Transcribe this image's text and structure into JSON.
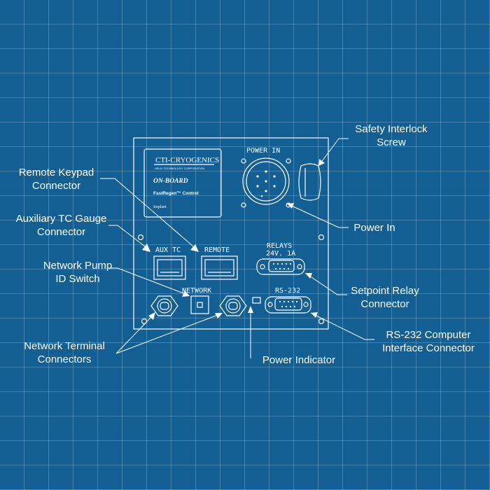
{
  "panel": {
    "logo_brand": "CTI-CRYOGENICS",
    "logo_subtitle": "HELIX TECHNOLOGY CORPORATION",
    "logo_onboard": "ON-BOARD",
    "logo_product": "FastRegen™ Control",
    "logo_implant": "Implant",
    "power_in": "POWER IN",
    "aux_tc": "AUX TC",
    "remote": "REMOTE",
    "relays": "RELAYS",
    "relays_rating": "24V. 1A",
    "network": "NETWORK",
    "rs232": "RS-232"
  },
  "callouts": {
    "safety_interlock": [
      "Safety Interlock",
      "Screw"
    ],
    "remote_keypad": [
      "Remote Keypad",
      "Connector"
    ],
    "aux_tc_gauge": [
      "Auxiliary TC Gauge",
      "Connector"
    ],
    "power_in": [
      "Power In"
    ],
    "network_pump": [
      "Network Pump",
      "ID Switch"
    ],
    "setpoint_relay": [
      "Setpoint Relay",
      "Connector"
    ],
    "rs232_computer": [
      "RS-232 Computer",
      "Interface Connector"
    ],
    "network_terminal": [
      "Network Terminal",
      "Connectors"
    ],
    "power_indicator": [
      "Power Indicator"
    ]
  },
  "colors": {
    "background": "#135e92",
    "grid": "rgba(255,255,255,0.22)",
    "line": "#ffffff"
  }
}
